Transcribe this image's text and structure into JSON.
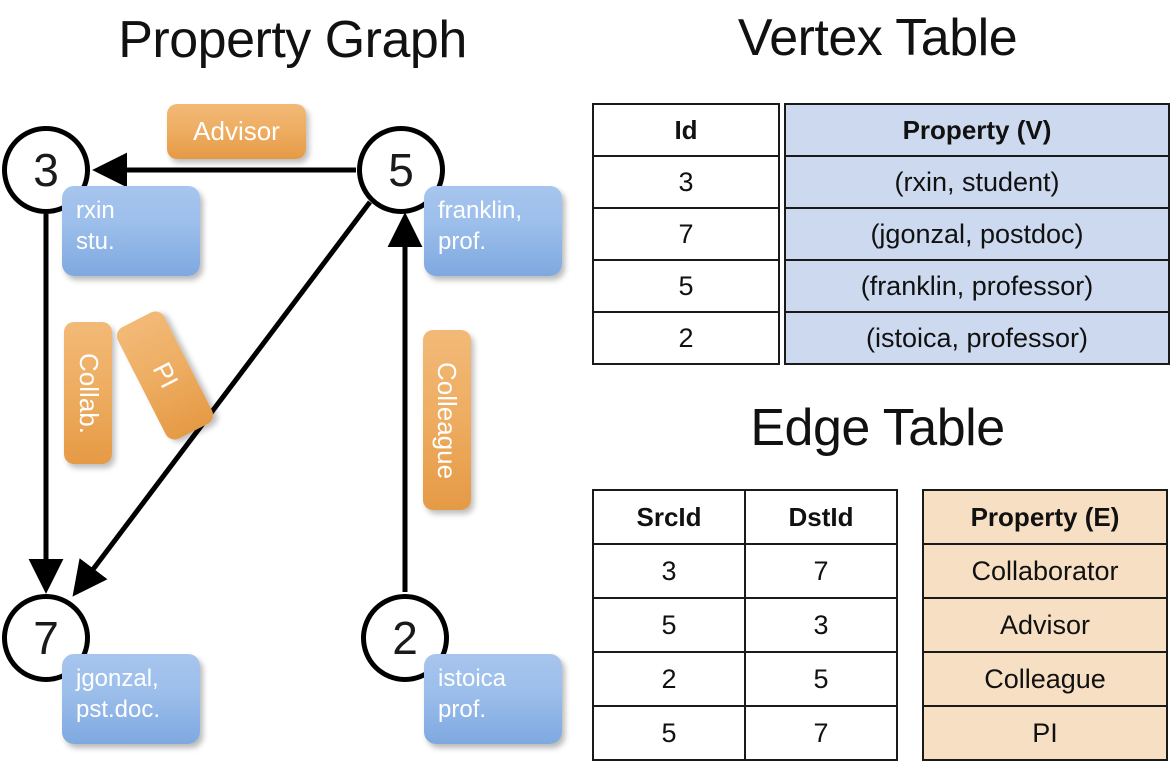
{
  "titles": {
    "property_graph": "Property Graph",
    "vertex_table": "Vertex Table",
    "edge_table": "Edge Table"
  },
  "colors": {
    "vertex_box_fill": "#9dbfeb",
    "edge_label_fill": "#eeae63",
    "vertex_table_highlight": "#ccd9ee",
    "edge_table_highlight": "#f7dfc4",
    "stroke": "#000000"
  },
  "graph": {
    "nodes": [
      {
        "id": "3",
        "name": "rxin",
        "role": "stu.",
        "label_line1": "rxin",
        "label_line2": "stu."
      },
      {
        "id": "5",
        "name": "franklin",
        "role": "prof.",
        "label_line1": "franklin,",
        "label_line2": "prof."
      },
      {
        "id": "7",
        "name": "jgonzal",
        "role": "pst.doc.",
        "label_line1": "jgonzal,",
        "label_line2": "pst.doc."
      },
      {
        "id": "2",
        "name": "istoica",
        "role": "prof.",
        "label_line1": "istoica",
        "label_line2": "prof."
      }
    ],
    "edge_labels": [
      {
        "key": "advisor",
        "label": "Advisor",
        "src": "5",
        "dst": "3"
      },
      {
        "key": "collab",
        "label": "Collab.",
        "src": "3",
        "dst": "7"
      },
      {
        "key": "pi",
        "label": "PI",
        "src": "5",
        "dst": "7"
      },
      {
        "key": "colleague",
        "label": "Colleague",
        "src": "2",
        "dst": "5"
      }
    ]
  },
  "vertex_table": {
    "columns": [
      "Id",
      "Property (V)"
    ],
    "rows": [
      {
        "id": "3",
        "property": "(rxin, student)"
      },
      {
        "id": "7",
        "property": "(jgonzal, postdoc)"
      },
      {
        "id": "5",
        "property": "(franklin, professor)"
      },
      {
        "id": "2",
        "property": "(istoica, professor)"
      }
    ]
  },
  "edge_table": {
    "columns": [
      "SrcId",
      "DstId",
      "Property (E)"
    ],
    "rows": [
      {
        "src": "3",
        "dst": "7",
        "property": "Collaborator"
      },
      {
        "src": "5",
        "dst": "3",
        "property": "Advisor"
      },
      {
        "src": "2",
        "dst": "5",
        "property": "Colleague"
      },
      {
        "src": "5",
        "dst": "7",
        "property": "PI"
      }
    ]
  }
}
